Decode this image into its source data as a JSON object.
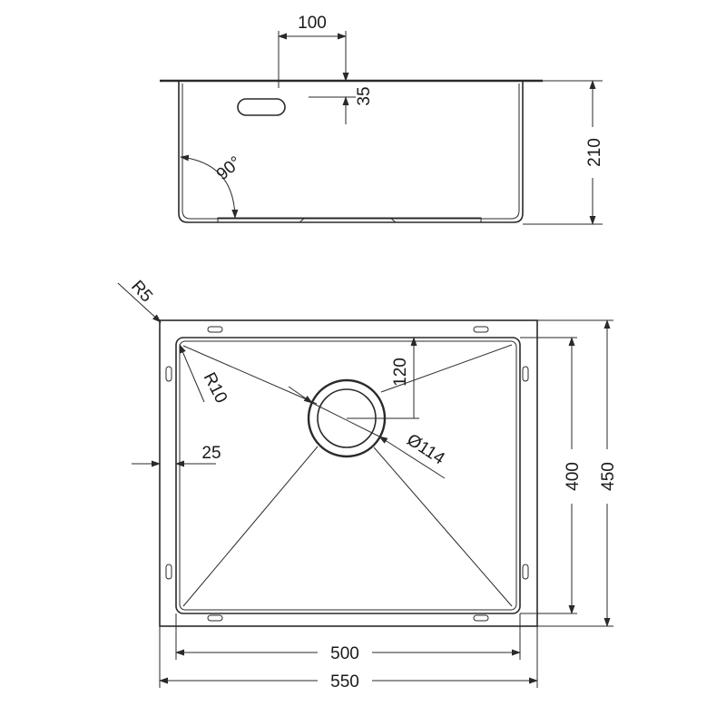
{
  "colors": {
    "line": "#2a2a2a",
    "text": "#1a1a1a",
    "background": "#ffffff"
  },
  "side_view": {
    "overflow_offset": "100",
    "overflow_height": "35",
    "depth": "210",
    "wall_angle": "90°"
  },
  "top_view": {
    "outer_radius": "R5",
    "inner_radius": "R10",
    "flange_width": "25",
    "drain_offset": "120",
    "drain_diameter": "Ø114",
    "inner_depth": "400",
    "outer_depth": "450",
    "inner_width": "500",
    "outer_width": "550"
  }
}
